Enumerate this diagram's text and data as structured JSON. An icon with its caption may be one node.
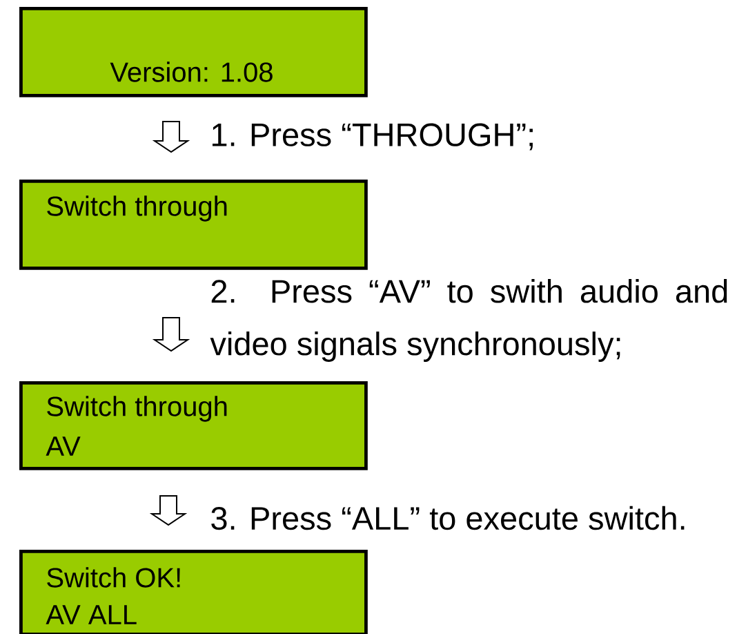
{
  "diagram": {
    "nodes": [
      {
        "text": [
          "Version: 1.08"
        ]
      },
      {
        "text": [
          "Switch through"
        ]
      },
      {
        "text": [
          "Switch through",
          "AV"
        ]
      },
      {
        "text": [
          "Switch OK!",
          "AV ALL"
        ]
      }
    ],
    "edges": [
      {
        "from": 0,
        "to": 1,
        "arrow": "to",
        "label": "1. Press “THROUGH”;"
      },
      {
        "from": 1,
        "to": 2,
        "arrow": "to",
        "label": "2. Press “AV” to swith audio and video signals synchronously;"
      },
      {
        "from": 2,
        "to": 3,
        "arrow": "to",
        "label": "3. Press “ALL” to execute switch."
      }
    ]
  }
}
